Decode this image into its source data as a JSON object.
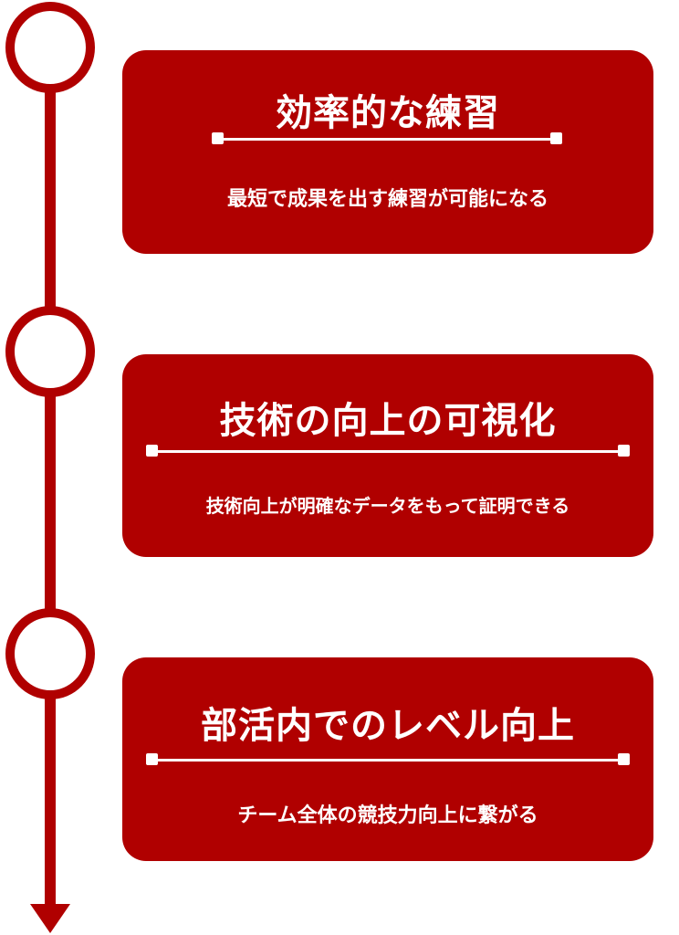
{
  "accent_color": "#b00000",
  "steps": [
    {
      "title": "効率的な練習",
      "subtitle": "最短で成果を出す練習が可能になる"
    },
    {
      "title": "技術の向上の可視化",
      "subtitle": "技術向上が明確なデータをもって証明できる"
    },
    {
      "title": "部活内でのレベル向上",
      "subtitle": "チーム全体の競技力向上に繋がる"
    }
  ]
}
